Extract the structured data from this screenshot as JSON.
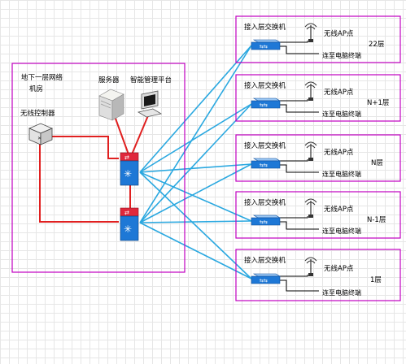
{
  "colors": {
    "frame": "#c000c0",
    "uplink": "#2aa8e0",
    "core_link": "#e02020",
    "access_link": "#000000",
    "switch": "#1e78d6",
    "core_switch": "#e0283c"
  },
  "machine_room": {
    "title_line1": "地下一层网络",
    "title_line2": "机房",
    "server_label": "服务器",
    "platform_label": "智能管理平台",
    "controller_label": "无线控制器"
  },
  "floors": [
    {
      "switch_label": "接入层交换机",
      "ap_label": "无线AP点",
      "terminal_label": "连至电脑终端",
      "floor_label": "22层"
    },
    {
      "switch_label": "接入层交换机",
      "ap_label": "无线AP点",
      "terminal_label": "连至电脑终端",
      "floor_label": "N+1层"
    },
    {
      "switch_label": "接入层交换机",
      "ap_label": "无线AP点",
      "terminal_label": "连至电脑终端",
      "floor_label": "N层"
    },
    {
      "switch_label": "接入层交换机",
      "ap_label": "无线AP点",
      "terminal_label": "连至电脑终端",
      "floor_label": "N-1层"
    },
    {
      "switch_label": "接入层交换机",
      "ap_label": "无线AP点",
      "terminal_label": "连至电脑终端",
      "floor_label": "1层"
    }
  ]
}
